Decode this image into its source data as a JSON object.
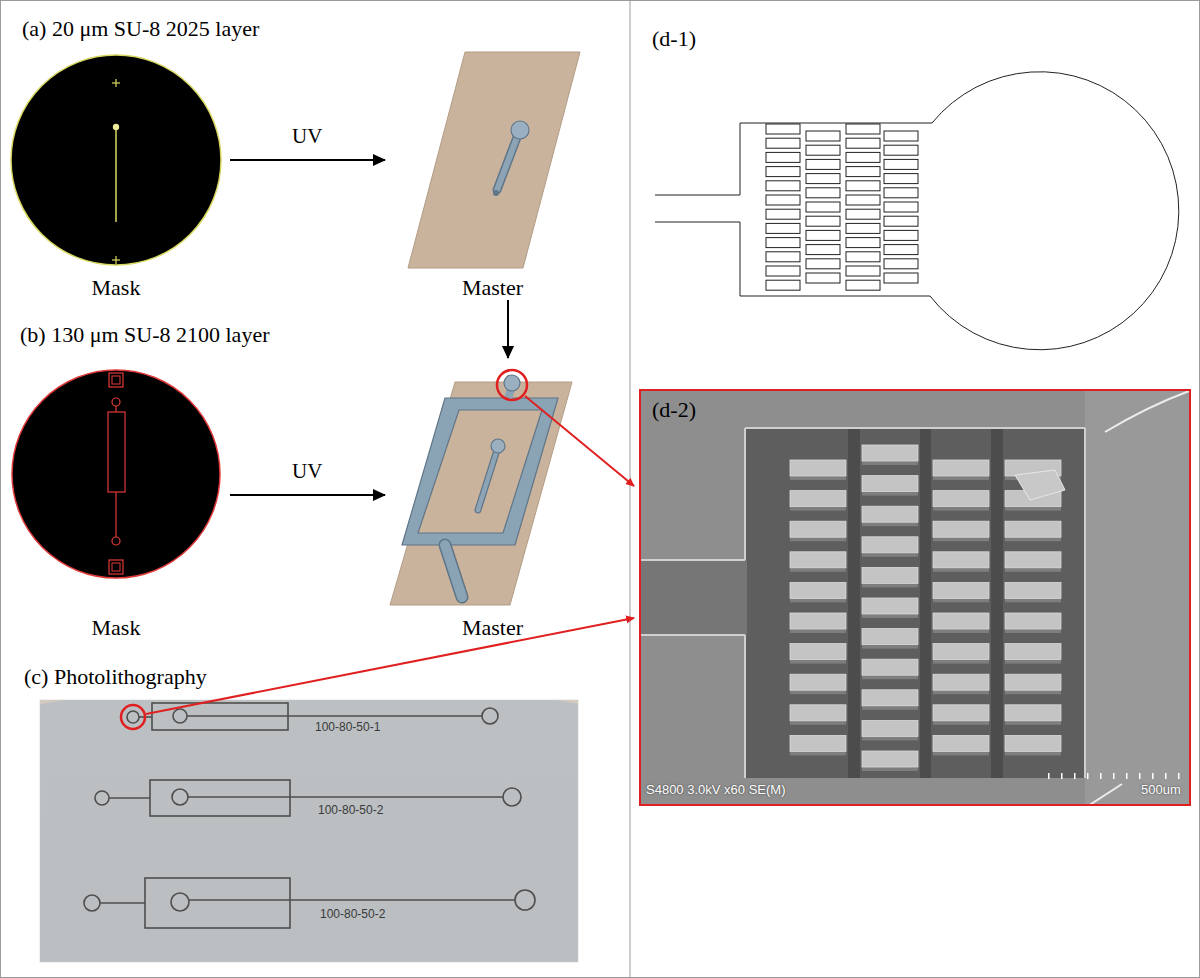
{
  "diagram": {
    "nodes": [
      {
        "text": [
          "Mask"
        ]
      },
      {
        "text": [
          "Master"
        ]
      },
      {
        "text": [
          "Mask"
        ]
      },
      {
        "text": [
          "Master"
        ]
      }
    ],
    "edges": [
      {
        "from": 0,
        "to": 1,
        "arrow": "to",
        "label": "UV"
      },
      {
        "from": 1,
        "to": 3,
        "arrow": "to"
      },
      {
        "from": 2,
        "to": 3,
        "arrow": "to",
        "label": "UV"
      }
    ],
    "labels": [
      "(a) 20 μm SU-8 2025 layer",
      "(b) 130 μm SU-8 2100 layer",
      "(c) Photolithography",
      "100-80-50-1",
      "100-80-50-2",
      "100-80-50-2",
      "(d-1)",
      "(d-2)",
      "S4800 3.0kV x60 SE(M)",
      "500um"
    ]
  }
}
